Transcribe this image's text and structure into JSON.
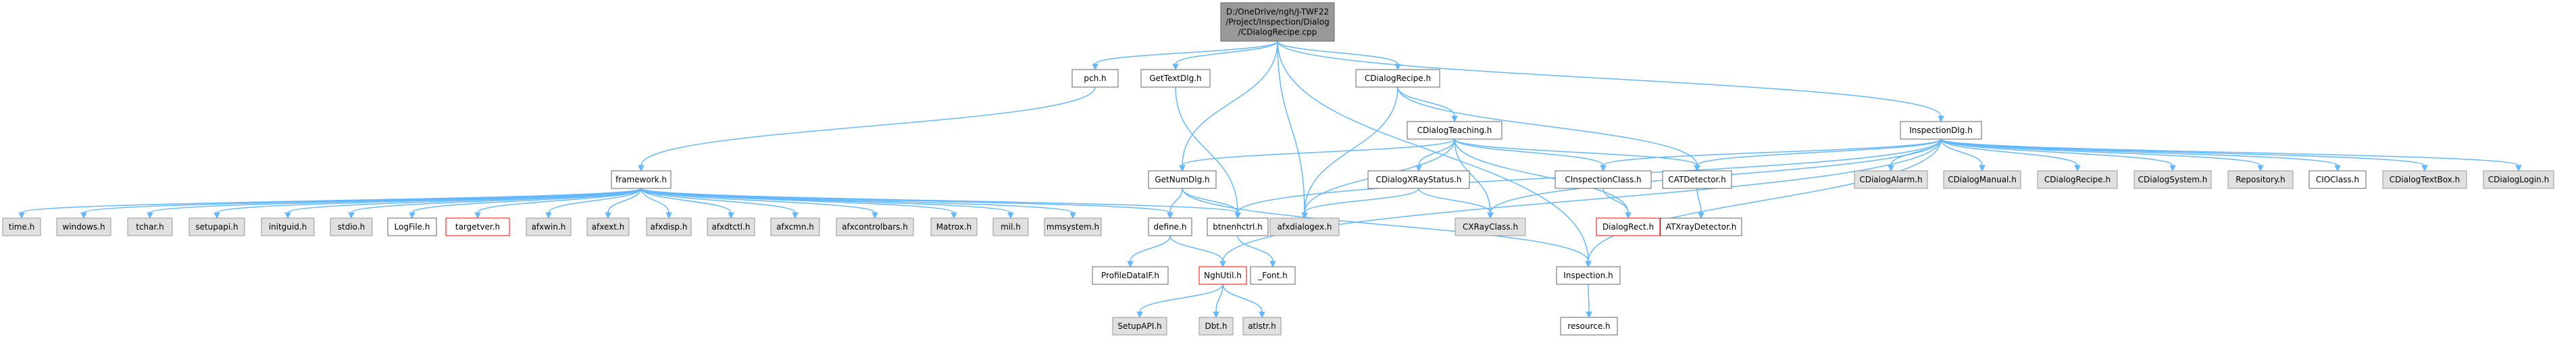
{
  "colors": {
    "edge": "#63b8ff",
    "node_default_fill": "#ffffff",
    "node_default_stroke": "#666666",
    "node_gray_fill": "#e0e0e0",
    "node_gray_stroke": "#999999",
    "node_root_fill": "#999999",
    "node_root_stroke": "#666666",
    "node_red_stroke": "#ff0000"
  },
  "nodes": {
    "root": {
      "lines": [
        "D:/OneDrive/ngh/J-TWF22",
        "/Project/Inspection/Dialog",
        "/CDialogRecipe.cpp"
      ],
      "style": "root"
    },
    "pch": {
      "lines": [
        "pch.h"
      ],
      "style": "default"
    },
    "GetTextDlg": {
      "lines": [
        "GetTextDlg.h"
      ],
      "style": "default"
    },
    "CDialogRecipe": {
      "lines": [
        "CDialogRecipe.h"
      ],
      "style": "default"
    },
    "InspectionDlg": {
      "lines": [
        "InspectionDlg.h"
      ],
      "style": "default"
    },
    "framework": {
      "lines": [
        "framework.h"
      ],
      "style": "default"
    },
    "CDialogTeaching": {
      "lines": [
        "CDialogTeaching.h"
      ],
      "style": "default"
    },
    "GetNumDlg": {
      "lines": [
        "GetNumDlg.h"
      ],
      "style": "default"
    },
    "CDialogXRayStatus": {
      "lines": [
        "CDialogXRayStatus.h"
      ],
      "style": "default"
    },
    "CInspectionClass": {
      "lines": [
        "CInspectionClass.h"
      ],
      "style": "default"
    },
    "CATDetector": {
      "lines": [
        "CATDetector.h"
      ],
      "style": "default"
    },
    "CDialogAlarm": {
      "lines": [
        "CDialogAlarm.h"
      ],
      "style": "gray"
    },
    "CDialogManual": {
      "lines": [
        "CDialogManual.h"
      ],
      "style": "gray"
    },
    "CDialogRecipe2": {
      "lines": [
        "CDialogRecipe.h"
      ],
      "style": "gray"
    },
    "CDialogSystem": {
      "lines": [
        "CDialogSystem.h"
      ],
      "style": "gray"
    },
    "Repository": {
      "lines": [
        "Repository.h"
      ],
      "style": "gray"
    },
    "CIOClass": {
      "lines": [
        "CIOClass.h"
      ],
      "style": "default"
    },
    "CDialogTextBox": {
      "lines": [
        "CDialogTextBox.h"
      ],
      "style": "gray"
    },
    "CDialogLogin": {
      "lines": [
        "CDialogLogin.h"
      ],
      "style": "gray"
    },
    "time": {
      "lines": [
        "time.h"
      ],
      "style": "gray"
    },
    "windows": {
      "lines": [
        "windows.h"
      ],
      "style": "gray"
    },
    "tchar": {
      "lines": [
        "tchar.h"
      ],
      "style": "gray"
    },
    "setupapi": {
      "lines": [
        "setupapi.h"
      ],
      "style": "gray"
    },
    "initguid": {
      "lines": [
        "initguid.h"
      ],
      "style": "gray"
    },
    "stdio": {
      "lines": [
        "stdio.h"
      ],
      "style": "gray"
    },
    "LogFile": {
      "lines": [
        "LogFile.h"
      ],
      "style": "default"
    },
    "targetver": {
      "lines": [
        "targetver.h"
      ],
      "style": "red"
    },
    "afxwin": {
      "lines": [
        "afxwin.h"
      ],
      "style": "gray"
    },
    "afxext": {
      "lines": [
        "afxext.h"
      ],
      "style": "gray"
    },
    "afxdisp": {
      "lines": [
        "afxdisp.h"
      ],
      "style": "gray"
    },
    "afxdtctl": {
      "lines": [
        "afxdtctl.h"
      ],
      "style": "gray"
    },
    "afxcmn": {
      "lines": [
        "afxcmn.h"
      ],
      "style": "gray"
    },
    "afxcontrolbars": {
      "lines": [
        "afxcontrolbars.h"
      ],
      "style": "gray"
    },
    "Matrox": {
      "lines": [
        "Matrox.h"
      ],
      "style": "gray"
    },
    "mil": {
      "lines": [
        "mil.h"
      ],
      "style": "gray"
    },
    "mmsystem": {
      "lines": [
        "mmsystem.h"
      ],
      "style": "gray"
    },
    "define": {
      "lines": [
        "define.h"
      ],
      "style": "default"
    },
    "btnenhctrl": {
      "lines": [
        "btnenhctrl.h"
      ],
      "style": "default"
    },
    "afxdialogex": {
      "lines": [
        "afxdialogex.h"
      ],
      "style": "gray"
    },
    "CXRayClass": {
      "lines": [
        "CXRayClass.h"
      ],
      "style": "gray"
    },
    "DialogRect": {
      "lines": [
        "DialogRect.h"
      ],
      "style": "red"
    },
    "ATXrayDetector": {
      "lines": [
        "ATXrayDetector.h"
      ],
      "style": "default"
    },
    "ProfileDataIF": {
      "lines": [
        "ProfileDataIF.h"
      ],
      "style": "default"
    },
    "NghUtil": {
      "lines": [
        "NghUtil.h"
      ],
      "style": "red"
    },
    "Font": {
      "lines": [
        "_Font.h"
      ],
      "style": "default"
    },
    "Inspection": {
      "lines": [
        "Inspection.h"
      ],
      "style": "default"
    },
    "SetupAPI": {
      "lines": [
        "SetupAPI.h"
      ],
      "style": "gray"
    },
    "Dbt": {
      "lines": [
        "Dbt.h"
      ],
      "style": "gray"
    },
    "atlstr": {
      "lines": [
        "atlstr.h"
      ],
      "style": "gray"
    },
    "resource": {
      "lines": [
        "resource.h"
      ],
      "style": "default"
    }
  },
  "edges": [
    [
      "root",
      "pch"
    ],
    [
      "root",
      "GetTextDlg"
    ],
    [
      "root",
      "CDialogRecipe"
    ],
    [
      "root",
      "InspectionDlg"
    ],
    [
      "root",
      "GetNumDlg"
    ],
    [
      "root",
      "afxdialogex"
    ],
    [
      "root",
      "Inspection"
    ],
    [
      "pch",
      "framework"
    ],
    [
      "GetTextDlg",
      "btnenhctrl"
    ],
    [
      "CDialogRecipe",
      "CDialogTeaching"
    ],
    [
      "CDialogRecipe",
      "afxdialogex"
    ],
    [
      "CDialogRecipe",
      "CATDetector"
    ],
    [
      "CDialogTeaching",
      "GetNumDlg"
    ],
    [
      "CDialogTeaching",
      "CDialogXRayStatus"
    ],
    [
      "CDialogTeaching",
      "CInspectionClass"
    ],
    [
      "CDialogTeaching",
      "CATDetector"
    ],
    [
      "CDialogTeaching",
      "afxdialogex"
    ],
    [
      "CDialogTeaching",
      "CXRayClass"
    ],
    [
      "CDialogTeaching",
      "DialogRect"
    ],
    [
      "GetNumDlg",
      "define"
    ],
    [
      "GetNumDlg",
      "btnenhctrl"
    ],
    [
      "GetNumDlg",
      "Inspection"
    ],
    [
      "CDialogXRayStatus",
      "afxdialogex"
    ],
    [
      "CDialogXRayStatus",
      "CXRayClass"
    ],
    [
      "CInspectionClass",
      "DialogRect"
    ],
    [
      "CATDetector",
      "ATXrayDetector"
    ],
    [
      "InspectionDlg",
      "CInspectionClass"
    ],
    [
      "InspectionDlg",
      "CATDetector"
    ],
    [
      "InspectionDlg",
      "CDialogAlarm"
    ],
    [
      "InspectionDlg",
      "CDialogManual"
    ],
    [
      "InspectionDlg",
      "CDialogRecipe2"
    ],
    [
      "InspectionDlg",
      "CDialogSystem"
    ],
    [
      "InspectionDlg",
      "Repository"
    ],
    [
      "InspectionDlg",
      "CIOClass"
    ],
    [
      "InspectionDlg",
      "CDialogTextBox"
    ],
    [
      "InspectionDlg",
      "CDialogLogin"
    ],
    [
      "InspectionDlg",
      "CXRayClass"
    ],
    [
      "InspectionDlg",
      "btnenhctrl"
    ],
    [
      "InspectionDlg",
      "Inspection"
    ],
    [
      "InspectionDlg",
      "NghUtil"
    ],
    [
      "framework",
      "time"
    ],
    [
      "framework",
      "windows"
    ],
    [
      "framework",
      "tchar"
    ],
    [
      "framework",
      "setupapi"
    ],
    [
      "framework",
      "initguid"
    ],
    [
      "framework",
      "stdio"
    ],
    [
      "framework",
      "LogFile"
    ],
    [
      "framework",
      "targetver"
    ],
    [
      "framework",
      "afxwin"
    ],
    [
      "framework",
      "afxext"
    ],
    [
      "framework",
      "afxdisp"
    ],
    [
      "framework",
      "afxdtctl"
    ],
    [
      "framework",
      "afxcmn"
    ],
    [
      "framework",
      "afxcontrolbars"
    ],
    [
      "framework",
      "Matrox"
    ],
    [
      "framework",
      "mil"
    ],
    [
      "framework",
      "mmsystem"
    ],
    [
      "framework",
      "define"
    ],
    [
      "framework",
      "btnenhctrl"
    ],
    [
      "define",
      "ProfileDataIF"
    ],
    [
      "define",
      "NghUtil"
    ],
    [
      "btnenhctrl",
      "Font"
    ],
    [
      "NghUtil",
      "SetupAPI"
    ],
    [
      "NghUtil",
      "Dbt"
    ],
    [
      "NghUtil",
      "atlstr"
    ],
    [
      "Inspection",
      "resource"
    ]
  ]
}
